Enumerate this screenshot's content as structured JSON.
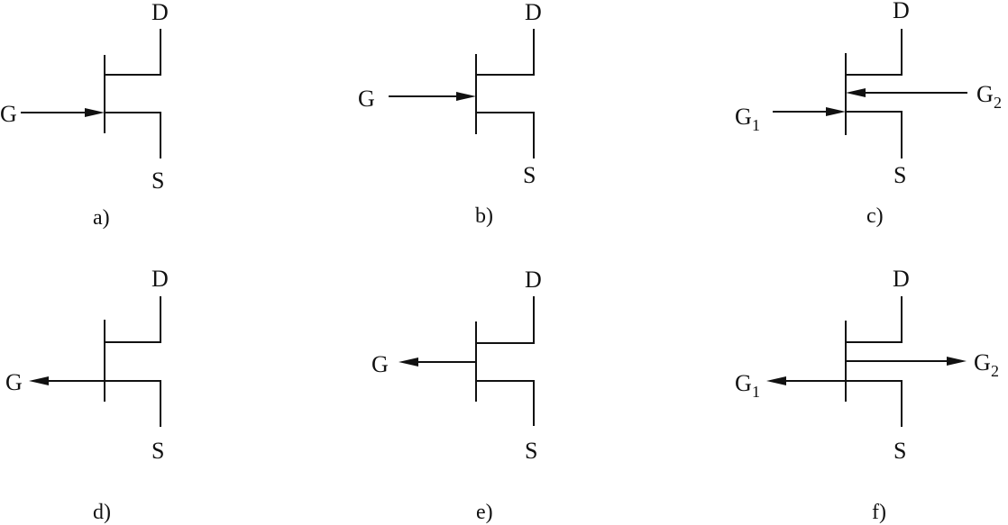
{
  "symbols": [
    {
      "id": "a",
      "caption": "a)",
      "drain_label": "D",
      "source_label": "S",
      "gates": [
        {
          "label": "G",
          "subscript": "",
          "arrow": "in"
        }
      ]
    },
    {
      "id": "b",
      "caption": "b)",
      "drain_label": "D",
      "source_label": "S",
      "gates": [
        {
          "label": "G",
          "subscript": "",
          "arrow": "in"
        }
      ]
    },
    {
      "id": "c",
      "caption": "c)",
      "drain_label": "D",
      "source_label": "S",
      "gates": [
        {
          "label": "G",
          "subscript": "1",
          "arrow": "in"
        },
        {
          "label": "G",
          "subscript": "2",
          "arrow": "in"
        }
      ]
    },
    {
      "id": "d",
      "caption": "d)",
      "drain_label": "D",
      "source_label": "S",
      "gates": [
        {
          "label": "G",
          "subscript": "",
          "arrow": "out"
        }
      ]
    },
    {
      "id": "e",
      "caption": "e)",
      "drain_label": "D",
      "source_label": "S",
      "gates": [
        {
          "label": "G",
          "subscript": "",
          "arrow": "out"
        }
      ]
    },
    {
      "id": "f",
      "caption": "f)",
      "drain_label": "D",
      "source_label": "S",
      "gates": [
        {
          "label": "G",
          "subscript": "1",
          "arrow": "out"
        },
        {
          "label": "G",
          "subscript": "2",
          "arrow": "out"
        }
      ]
    }
  ]
}
